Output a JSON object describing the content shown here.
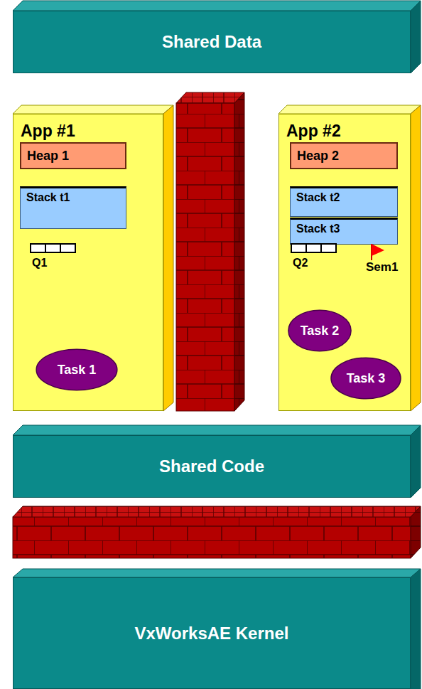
{
  "diagram": {
    "nodes": [
      {
        "text": [
          "Shared Data"
        ]
      },
      {
        "text": [
          "App #1"
        ]
      },
      {
        "text": [
          "Heap 1"
        ],
        "in": 1
      },
      {
        "text": [
          "Stack t1"
        ],
        "in": 1
      },
      {
        "text": [
          "Task 1"
        ],
        "in": 1
      },
      {
        "text": [
          "App #2"
        ]
      },
      {
        "text": [
          "Heap 2"
        ],
        "in": 5
      },
      {
        "text": [
          "Stack t2"
        ],
        "in": 5
      },
      {
        "text": [
          "Stack t3"
        ],
        "in": 5
      },
      {
        "text": [
          "Task 2"
        ],
        "in": 5
      },
      {
        "text": [
          "Task 3"
        ],
        "in": 5
      },
      {
        "text": [
          "Shared Code"
        ]
      },
      {
        "text": [
          "VxWorksAE Kernel"
        ]
      }
    ],
    "edges": [],
    "labels": [
      "Q1",
      "Q2",
      "Sem1"
    ]
  }
}
